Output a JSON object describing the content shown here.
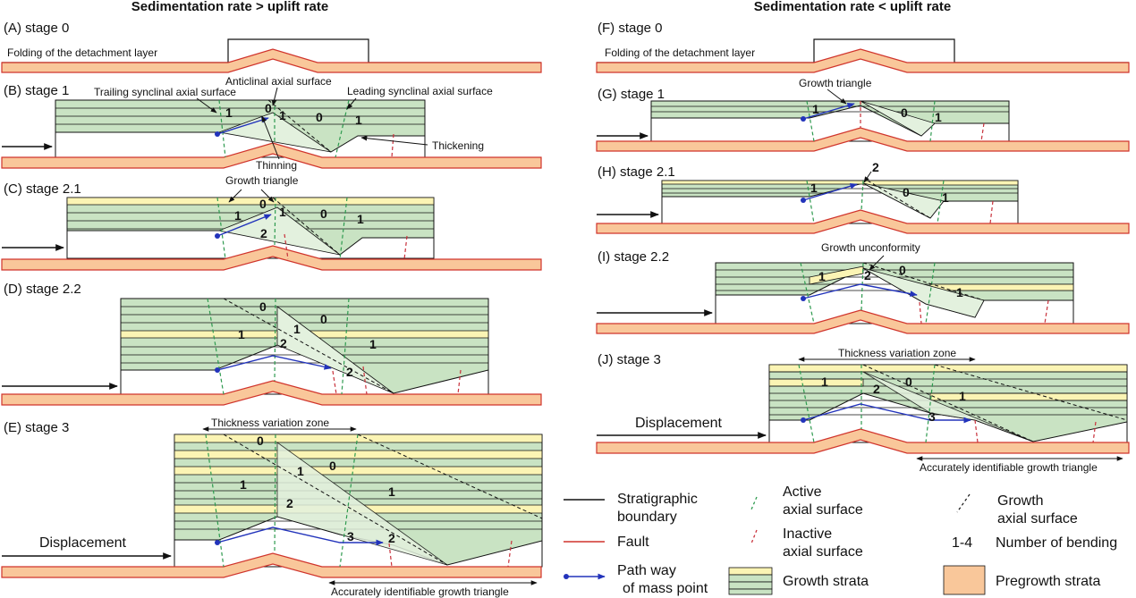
{
  "headers": {
    "left": "Sedimentation rate > uplift rate",
    "right": "Sedimentation rate < uplift rate"
  },
  "stages": {
    "A": "(A) stage 0",
    "B": "(B) stage 1",
    "C": "(C) stage 2.1",
    "D": "(D) stage 2.2",
    "E": "(E) stage 3",
    "F": "(F) stage 0",
    "G": "(G) stage 1",
    "H": "(H) stage 2.1",
    "I": "(I) stage 2.2",
    "J": "(J) stage 3"
  },
  "labels": {
    "folding_a": "Folding of the detachment layer",
    "folding_f": "Folding of the detachment layer",
    "anticlinal": "Anticlinal axial surface",
    "trailing": "Trailing synclinal axial surface",
    "leading": "Leading synclinal axial surface",
    "thickening": "Thickening",
    "thinning": "Thinning",
    "growth_triangle_c": "Growth triangle",
    "growth_triangle_g": "Growth triangle",
    "growth_unconformity": "Growth unconformity",
    "thickness_zone_e": "Thickness variation zone",
    "thickness_zone_j": "Thickness variation zone",
    "accurate_e": "Accurately identifiable growth triangle",
    "accurate_j": "Accurately identifiable growth triangle",
    "displacement_e": "Displacement",
    "displacement_j": "Displacement"
  },
  "numbers": {
    "zero": "0",
    "one": "1",
    "two": "2",
    "three": "3"
  },
  "legend": {
    "strat_1": "Stratigraphic",
    "strat_2": "boundary",
    "fault": "Fault",
    "path_1": "Path way",
    "path_2": "of mass point",
    "active_1": "Active",
    "active_2": "axial surface",
    "inactive_1": "Inactive",
    "inactive_2": "axial surface",
    "growth_strata": "Growth strata",
    "growth_axial_1": "Growth",
    "growth_axial_2": "axial surface",
    "bending_key": "1-4",
    "bending_label": "Number of bending",
    "pregrowth": "Pregrowth strata"
  },
  "colors": {
    "pregrowth_fill": "#f9c79a",
    "fault": "#d0342c",
    "green_layer": "#c9e3c3",
    "light_green": "#e3f1de",
    "yellow_layer": "#fbf4b4",
    "active_axial": "#2e9a4f",
    "inactive_axial": "#c8303a",
    "path": "#2233bb",
    "line": "#111111"
  }
}
